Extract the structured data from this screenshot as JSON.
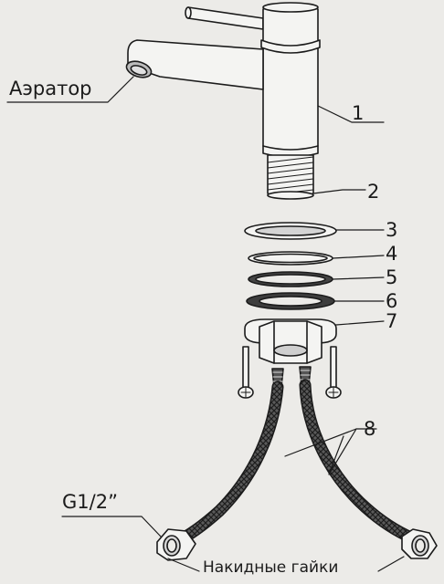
{
  "labels": {
    "aerator": "Аэратор",
    "thread": "G1/2”",
    "nuts": "Накидные гайки"
  },
  "parts": [
    {
      "number": "1"
    },
    {
      "number": "2"
    },
    {
      "number": "3"
    },
    {
      "number": "4"
    },
    {
      "number": "5"
    },
    {
      "number": "6"
    },
    {
      "number": "7"
    },
    {
      "number": "8"
    }
  ],
  "colors": {
    "background": "#ecebe8",
    "ink": "#1b1b1b",
    "hose": "#3a3a3a"
  }
}
